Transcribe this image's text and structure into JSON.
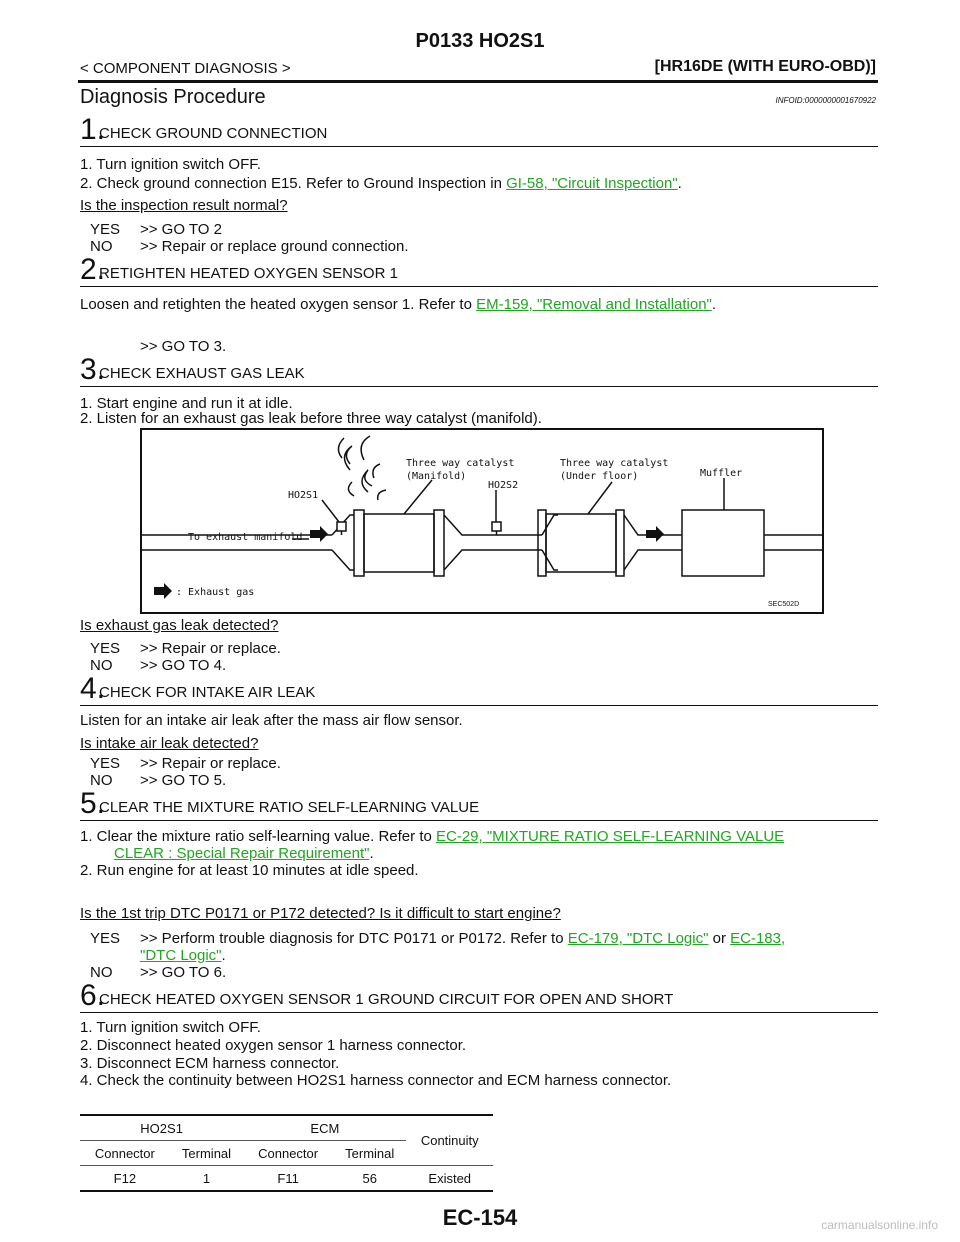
{
  "header": {
    "title": "P0133 HO2S1",
    "section": "< COMPONENT DIAGNOSIS >",
    "model": "[HR16DE (WITH EURO-OBD)]"
  },
  "section": {
    "title": "Diagnosis Procedure",
    "infoid": "INFOID:0000000001670922"
  },
  "steps": {
    "s1": {
      "num": "1.",
      "label": "CHECK GROUND CONNECTION",
      "l1": "1.  Turn ignition switch OFF.",
      "l2_pre": "2.  Check ground connection E15. Refer to Ground Inspection in ",
      "l2_link": "GI-58, \"Circuit Inspection\"",
      "l2_post": ".",
      "question": "Is the inspection result normal?",
      "yes_key": "YES",
      "yes_val": ">> GO TO 2",
      "no_key": "NO",
      "no_val": ">> Repair or replace ground connection."
    },
    "s2": {
      "num": "2.",
      "label": "RETIGHTEN HEATED OXYGEN SENSOR 1",
      "l1_pre": "Loosen and retighten the heated oxygen sensor 1. Refer to ",
      "l1_link": "EM-159, \"Removal and Installation\"",
      "l1_post": ".",
      "goto": ">> GO TO 3."
    },
    "s3": {
      "num": "3.",
      "label": "CHECK EXHAUST GAS LEAK",
      "l1": "1.  Start engine and run it at idle.",
      "l2": "2.  Listen for an exhaust gas leak before three way catalyst (manifold).",
      "question": "Is exhaust gas leak detected?",
      "yes_key": "YES",
      "yes_val": ">> Repair or replace.",
      "no_key": "NO",
      "no_val": ">> GO TO 4."
    },
    "s4": {
      "num": "4.",
      "label": "CHECK FOR INTAKE AIR LEAK",
      "l1": "Listen for an intake air leak after the mass air flow sensor.",
      "question": "Is intake air leak detected?",
      "yes_key": "YES",
      "yes_val": ">> Repair or replace.",
      "no_key": "NO",
      "no_val": ">> GO TO 5."
    },
    "s5": {
      "num": "5.",
      "label": "CLEAR THE MIXTURE RATIO SELF-LEARNING VALUE",
      "l1_pre": "1.  Clear the mixture ratio self-learning value. Refer to ",
      "l1_link": "EC-29, \"MIXTURE RATIO SELF-LEARNING VALUE",
      "l1_link2": "CLEAR : Special Repair Requirement\"",
      "l1_post": ".",
      "l2": "2.  Run engine for at least 10 minutes at idle speed.",
      "question": "Is the 1st trip DTC P0171 or P172 detected? Is it difficult to start engine?",
      "yes_key": "YES",
      "yes_pre": ">> Perform trouble diagnosis for DTC P0171 or P0172. Refer to ",
      "yes_link1": "EC-179, \"DTC Logic\"",
      "yes_mid": " or ",
      "yes_link2a": "EC-183,",
      "yes_link2b": "\"DTC Logic\"",
      "yes_post": ".",
      "no_key": "NO",
      "no_val": ">> GO TO 6."
    },
    "s6": {
      "num": "6.",
      "label": "CHECK HEATED OXYGEN SENSOR 1 GROUND CIRCUIT FOR OPEN AND SHORT",
      "l1": "1.  Turn ignition switch OFF.",
      "l2": "2.  Disconnect heated oxygen sensor 1 harness connector.",
      "l3": "3.  Disconnect ECM harness connector.",
      "l4": "4.  Check the continuity between HO2S1 harness connector and ECM harness connector."
    }
  },
  "diagram": {
    "tcc_manifold_1": "Three way catalyst",
    "tcc_manifold_2": "(Manifold)",
    "tcc_underfloor_1": "Three way catalyst",
    "tcc_underfloor_2": "(Under floor)",
    "muffler": "Muffler",
    "ho2s1": "HO2S1",
    "ho2s2": "HO2S2",
    "exhaust_manifold": "To exhaust manifold",
    "legend": ": Exhaust gas",
    "code": "SEC502D"
  },
  "table": {
    "h_ho2s1": "HO2S1",
    "h_ecm": "ECM",
    "h_continuity": "Continuity",
    "c_connector1": "Connector",
    "c_terminal1": "Terminal",
    "c_connector2": "Connector",
    "c_terminal2": "Terminal",
    "row": {
      "connector1": "F12",
      "terminal1": "1",
      "connector2": "F11",
      "terminal2": "56",
      "continuity": "Existed"
    }
  },
  "footer": {
    "page": "EC-154",
    "watermark": "carmanualsonline.info"
  }
}
